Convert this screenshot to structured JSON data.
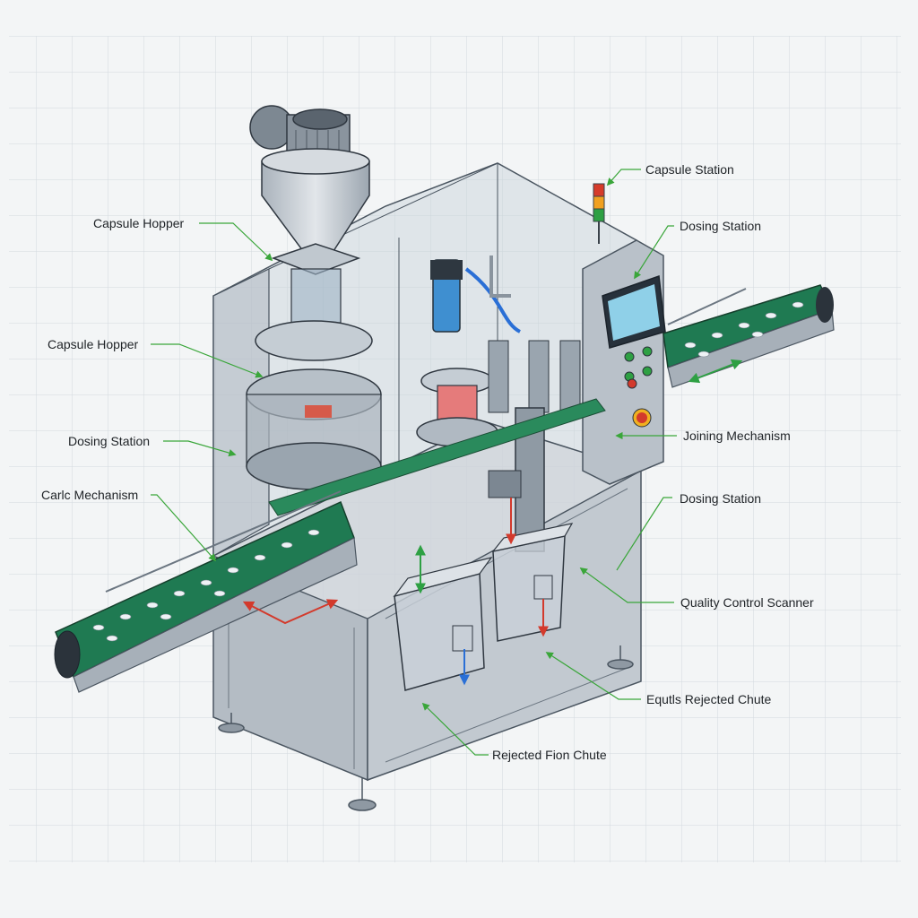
{
  "callouts": [
    {
      "id": "capsule-station-top",
      "text": "Capsule Station"
    },
    {
      "id": "capsule-hopper-1",
      "text": "Capsule Hopper"
    },
    {
      "id": "dosing-station-top",
      "text": "Dosing Station"
    },
    {
      "id": "capsule-hopper-2",
      "text": "Capsule Hopper"
    },
    {
      "id": "dosing-station-left",
      "text": "Dosing Station"
    },
    {
      "id": "joining-mechanism",
      "text": "Joining Mechanism"
    },
    {
      "id": "carlc-mechanism",
      "text": "Carlc Mechanism"
    },
    {
      "id": "dosing-station-right",
      "text": "Dosing Station"
    },
    {
      "id": "quality-control-scanner",
      "text": "Quality Control Scanner"
    },
    {
      "id": "equtls-rejected-chute",
      "text": "Equtls Rejected Chute"
    },
    {
      "id": "rejected-fion-chute",
      "text": "Rejected Fion Chute"
    }
  ],
  "colors": {
    "background": "#f3f5f6",
    "grid": "#d3d9df",
    "frame": "#a9b2bb",
    "outline": "#4a5560",
    "belt": "#1f7a52",
    "leader": "#3aa63a",
    "arrow_red": "#d33a2c",
    "arrow_green": "#2ea043",
    "arrow_blue": "#2a6fd6",
    "beacon": [
      "#d63b2a",
      "#f0a020",
      "#2ea043"
    ]
  },
  "icons": [
    "beacon-light-icon",
    "motor-icon",
    "emergency-stop-icon",
    "touchscreen-icon"
  ]
}
